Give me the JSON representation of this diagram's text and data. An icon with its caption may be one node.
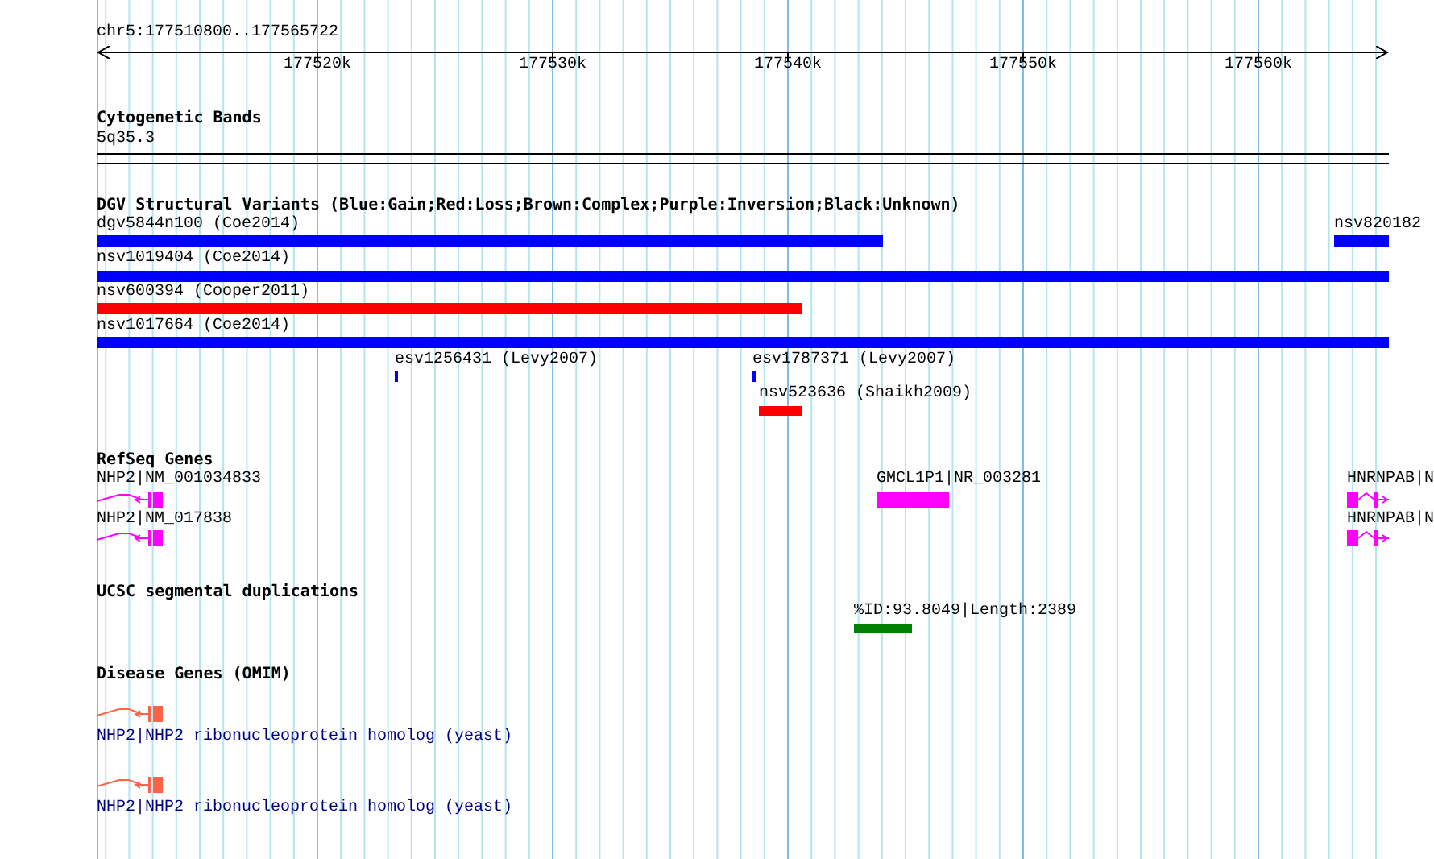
{
  "diagram": {
    "labels": [
      "chr5:177510800..177565722",
      "177520k",
      "177530k",
      "177540k",
      "177550k",
      "177560k",
      "Cytogenetic Bands",
      "5q35.3",
      "DGV Structural Variants (Blue:Gain;Red:Loss;Brown:Complex;Purple:Inversion;Black:Unknown)",
      "dgv5844n100 (Coe2014)",
      "nsv820182",
      "nsv1019404 (Coe2014)",
      "nsv600394 (Cooper2011)",
      "nsv1017664 (Coe2014)",
      "esv1256431 (Levy2007)",
      "esv1787371 (Levy2007)",
      "nsv523636 (Shaikh2009)",
      "RefSeq Genes",
      "NHP2|NM_001034833",
      "GMCL1P1|NR_003281",
      "HNRNPAB|N",
      "NHP2|NM_017838",
      "HNRNPAB|N",
      "UCSC segmental duplications",
      "%ID:93.8049|Length:2389",
      "Disease Genes (OMIM)",
      "NHP2|NHP2 ribonucleoprotein homolog (yeast)",
      "NHP2|NHP2 ribonucleoprotein homolog (yeast)"
    ]
  }
}
